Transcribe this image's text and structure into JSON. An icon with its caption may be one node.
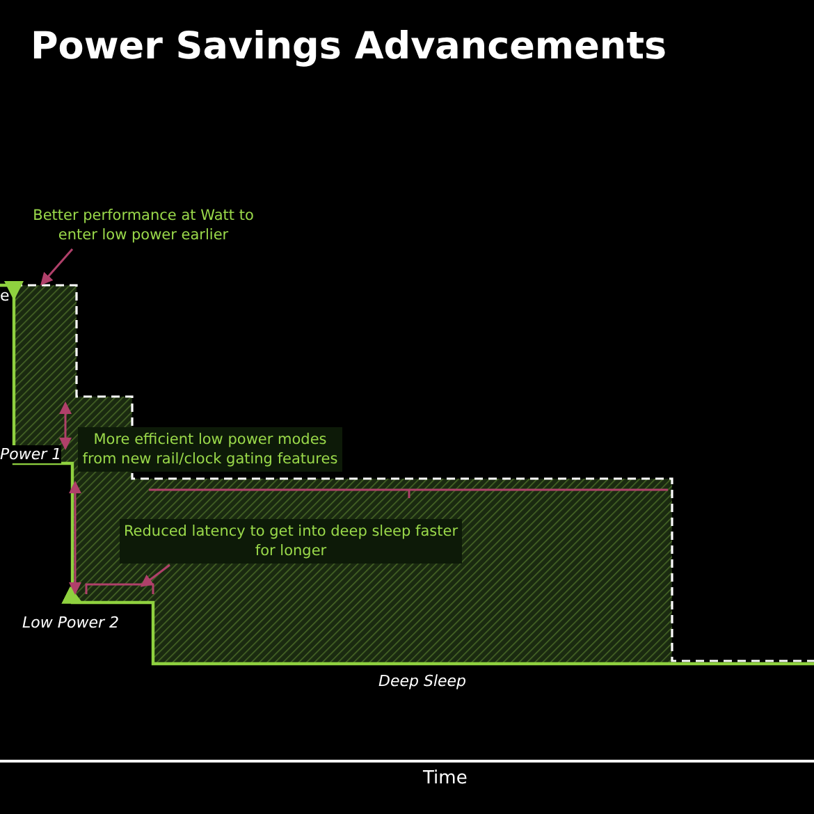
{
  "diagram": {
    "title": "Power Savings Advancements",
    "nodes": [
      {
        "text": [
          "Better performance at Watt to enter low power earlier"
        ]
      },
      {
        "text": [
          "More efficient low power modes from new rail/clock gating features"
        ]
      },
      {
        "text": [
          "Reduced latency to get into deep sleep faster for longer"
        ]
      }
    ],
    "edges": [
      {
        "from": 0,
        "to": null,
        "arrow": "to"
      },
      {
        "from": 2,
        "to": null,
        "arrow": "to"
      }
    ],
    "labels": [
      "e",
      "Power 1",
      "Low Power 2",
      "Deep Sleep",
      "Time"
    ]
  }
}
